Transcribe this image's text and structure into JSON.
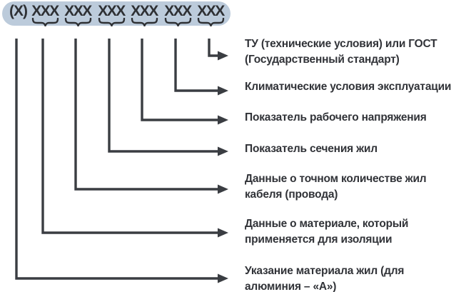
{
  "code": {
    "prefix": "(X)",
    "groups": [
      "XXX",
      "XXX",
      "XXX",
      "XXX",
      "XXX",
      "XXX"
    ]
  },
  "rows": [
    {
      "label": "ТУ (технические условия) или ГОСТ\n(Государственный стандарт)"
    },
    {
      "label": "Климатические условия эксплуатации"
    },
    {
      "label": "Показатель рабочего напряжения"
    },
    {
      "label": "Показатель сечения жил"
    },
    {
      "label": "Данные о точном количестве жил\nкабеля (провода)"
    },
    {
      "label": "Данные о материале, который\nприменяется для изоляции"
    },
    {
      "label": "Указание материала жил (для\nалюминия – «А»)"
    }
  ],
  "colors": {
    "pill_background": "#bccbdb",
    "ink": "#3a3d42",
    "label_text": "#313338"
  }
}
